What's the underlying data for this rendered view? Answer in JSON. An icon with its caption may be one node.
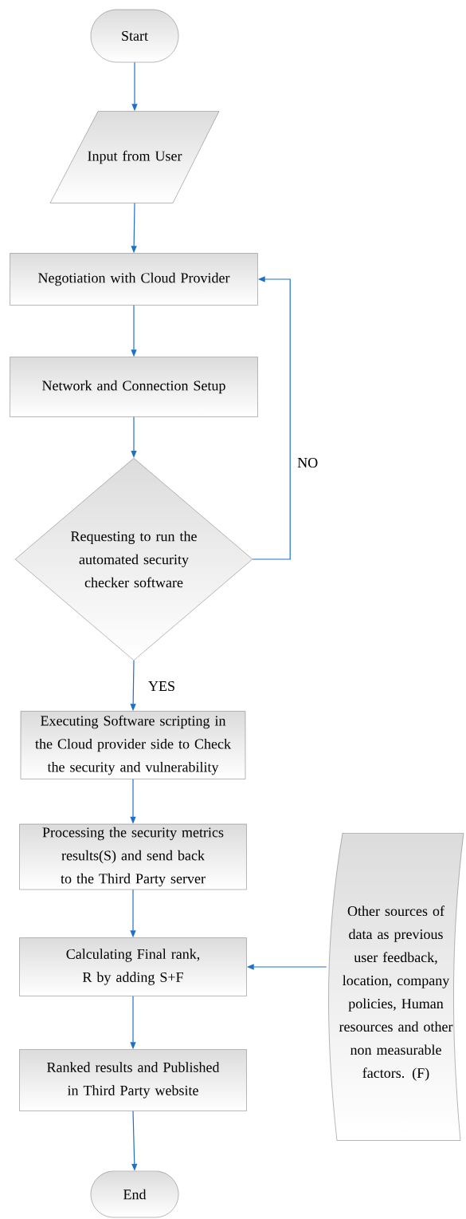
{
  "diagram": {
    "nodes": [
      {
        "text": [
          "Start"
        ]
      },
      {
        "text": [
          "Input from User"
        ]
      },
      {
        "text": [
          "Negotiation with Cloud Provider"
        ]
      },
      {
        "text": [
          "Network and Connection Setup"
        ]
      },
      {
        "text": [
          "Requesting to run the automated security checker software"
        ]
      },
      {
        "text": [
          "Executing Software scripting in the Cloud provider side to Check the security and vulnerability"
        ]
      },
      {
        "text": [
          "Processing the security metrics results(S) and send back to the Third Party server"
        ]
      },
      {
        "text": [
          "Calculating Final rank, R  by adding S+F"
        ]
      },
      {
        "text": [
          "Ranked results and Published in Third Party website"
        ]
      },
      {
        "text": [
          "End"
        ]
      },
      {
        "text": [
          "Other sources of data as previous user feedback, location, company policies, Human resources and other non measurable factors. (F)"
        ]
      }
    ],
    "edges": [
      {
        "from": 0,
        "to": 1,
        "arrow": "to"
      },
      {
        "from": 1,
        "to": 2,
        "arrow": "to"
      },
      {
        "from": 2,
        "to": 3,
        "arrow": "to"
      },
      {
        "from": 3,
        "to": 4,
        "arrow": "to"
      },
      {
        "from": 4,
        "to": 5,
        "arrow": "to",
        "label": "YES"
      },
      {
        "from": 4,
        "to": 2,
        "arrow": "to",
        "label": "NO"
      },
      {
        "from": 5,
        "to": 6,
        "arrow": "to"
      },
      {
        "from": 6,
        "to": 7,
        "arrow": "to"
      },
      {
        "from": 10,
        "to": 7,
        "arrow": "to"
      },
      {
        "from": 7,
        "to": 8,
        "arrow": "to"
      },
      {
        "from": 8,
        "to": 9,
        "arrow": "to"
      }
    ]
  }
}
